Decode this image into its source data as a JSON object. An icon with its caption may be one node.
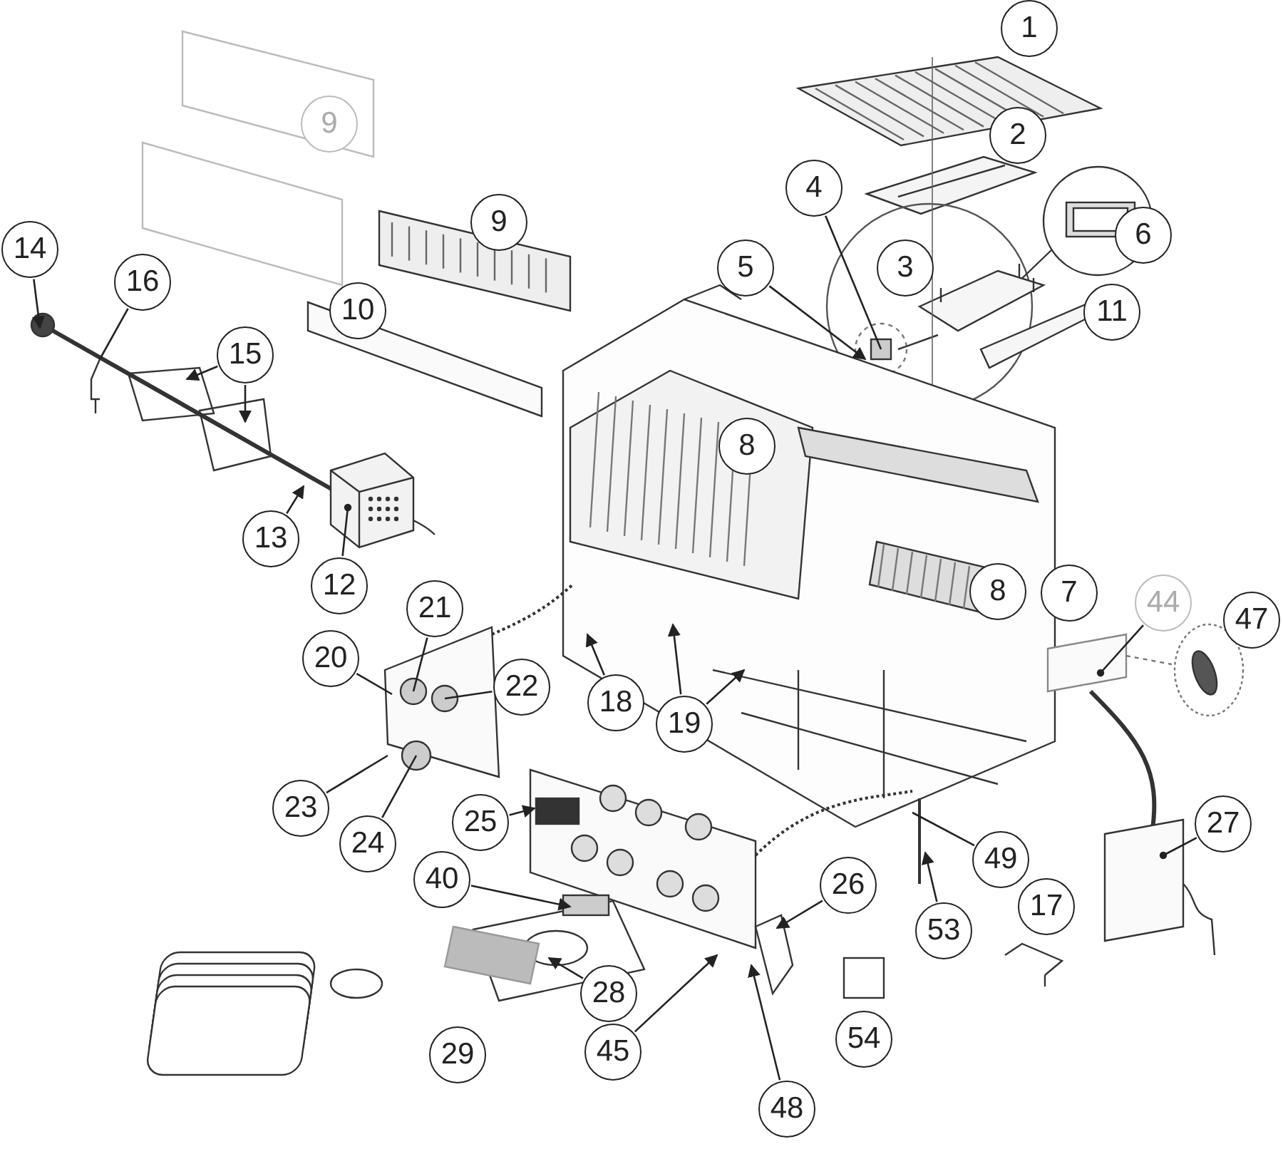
{
  "diagram": {
    "nodes": [
      {
        "text": [
          "1"
        ]
      },
      {
        "text": [
          "9"
        ]
      },
      {
        "text": [
          "2"
        ]
      },
      {
        "text": [
          "4"
        ]
      },
      {
        "text": [
          "9"
        ]
      },
      {
        "text": [
          "6"
        ]
      },
      {
        "text": [
          "14"
        ]
      },
      {
        "text": [
          "5"
        ]
      },
      {
        "text": [
          "16"
        ]
      },
      {
        "text": [
          "3"
        ]
      },
      {
        "text": [
          "10"
        ]
      },
      {
        "text": [
          "11"
        ]
      },
      {
        "text": [
          "15"
        ]
      },
      {
        "text": [
          "8"
        ]
      },
      {
        "text": [
          "13"
        ]
      },
      {
        "text": [
          "12"
        ]
      },
      {
        "text": [
          "21"
        ]
      },
      {
        "text": [
          "8"
        ]
      },
      {
        "text": [
          "7"
        ]
      },
      {
        "text": [
          "44"
        ]
      },
      {
        "text": [
          "47"
        ]
      },
      {
        "text": [
          "20"
        ]
      },
      {
        "text": [
          "22"
        ]
      },
      {
        "text": [
          "18"
        ]
      },
      {
        "text": [
          "19"
        ]
      },
      {
        "text": [
          "23"
        ]
      },
      {
        "text": [
          "25"
        ]
      },
      {
        "text": [
          "24"
        ]
      },
      {
        "text": [
          "27"
        ]
      },
      {
        "text": [
          "49"
        ]
      },
      {
        "text": [
          "40"
        ]
      },
      {
        "text": [
          "26"
        ]
      },
      {
        "text": [
          "53"
        ]
      },
      {
        "text": [
          "17"
        ]
      },
      {
        "text": [
          "28"
        ]
      },
      {
        "text": [
          "29"
        ]
      },
      {
        "text": [
          "45"
        ]
      },
      {
        "text": [
          "54"
        ]
      },
      {
        "text": [
          "48"
        ]
      }
    ],
    "edges": [
      {
        "from": 3,
        "to": null,
        "arrow": "none"
      },
      {
        "from": 7,
        "to": null,
        "arrow": "to"
      },
      {
        "from": 6,
        "to": null,
        "arrow": "to"
      },
      {
        "from": 8,
        "to": null,
        "arrow": "none"
      },
      {
        "from": 12,
        "to": null,
        "arrow": "to"
      },
      {
        "from": 12,
        "to": null,
        "arrow": "to"
      },
      {
        "from": 14,
        "to": null,
        "arrow": "to"
      },
      {
        "from": 15,
        "to": null,
        "arrow": "other"
      },
      {
        "from": 16,
        "to": null,
        "arrow": "none"
      },
      {
        "from": 19,
        "to": null,
        "arrow": "other"
      },
      {
        "from": 21,
        "to": null,
        "arrow": "none"
      },
      {
        "from": 22,
        "to": null,
        "arrow": "none"
      },
      {
        "from": 23,
        "to": null,
        "arrow": "to"
      },
      {
        "from": 24,
        "to": null,
        "arrow": "to"
      },
      {
        "from": 24,
        "to": null,
        "arrow": "to"
      },
      {
        "from": 25,
        "to": null,
        "arrow": "none"
      },
      {
        "from": 26,
        "to": null,
        "arrow": "to"
      },
      {
        "from": 27,
        "to": null,
        "arrow": "none"
      },
      {
        "from": 28,
        "to": null,
        "arrow": "other"
      },
      {
        "from": 29,
        "to": null,
        "arrow": "none"
      },
      {
        "from": 30,
        "to": null,
        "arrow": "to"
      },
      {
        "from": 31,
        "to": null,
        "arrow": "to"
      },
      {
        "from": 32,
        "to": null,
        "arrow": "to"
      },
      {
        "from": 34,
        "to": null,
        "arrow": "to"
      },
      {
        "from": 36,
        "to": null,
        "arrow": "to"
      },
      {
        "from": 38,
        "to": null,
        "arrow": "to"
      }
    ]
  }
}
